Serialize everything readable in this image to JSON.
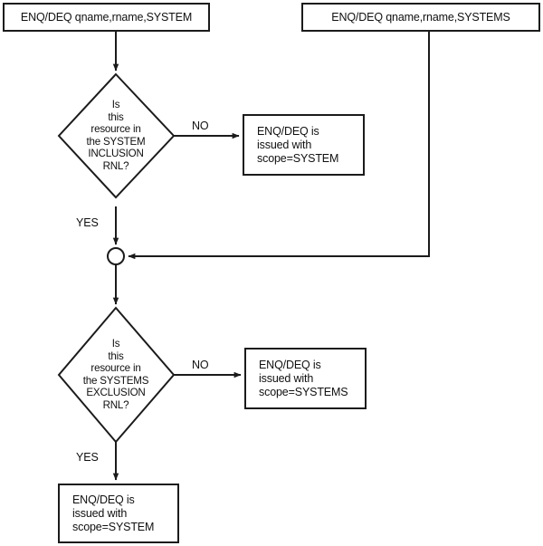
{
  "diagram": {
    "title": "ENQ/DEQ scope resolution flowchart",
    "stroke_color": "#1b1b1b",
    "background_color": "#ffffff",
    "text_color": "#101010",
    "nodes": {
      "start_left": {
        "shape": "process-box",
        "text": "ENQ/DEQ qname,rname,SYSTEM"
      },
      "start_right": {
        "shape": "process-box",
        "text": "ENQ/DEQ qname,rname,SYSTEMS"
      },
      "decision_one": {
        "shape": "decision-diamond",
        "text": "Is\nthis\nresource in\nthe SYSTEM\nINCLUSION\nRNL?"
      },
      "decision_two": {
        "shape": "decision-diamond",
        "text": "Is\nthis\nresource in\nthe SYSTEMS\nEXCLUSION\nRNL?"
      },
      "result_system_top": {
        "shape": "process-box",
        "text": "ENQ/DEQ is\nissued with\nscope=SYSTEM"
      },
      "result_systems": {
        "shape": "process-box",
        "text": "ENQ/DEQ is\nissued with\nscope=SYSTEMS"
      },
      "result_system_bottom": {
        "shape": "process-box",
        "text": "ENQ/DEQ is\nissued with\nscope=SYSTEM"
      },
      "merge_junction": {
        "shape": "connector-circle",
        "text": ""
      }
    },
    "edge_labels": {
      "decision_one_no": "NO",
      "decision_one_yes": "YES",
      "decision_two_no": "NO",
      "decision_two_yes": "YES"
    }
  }
}
